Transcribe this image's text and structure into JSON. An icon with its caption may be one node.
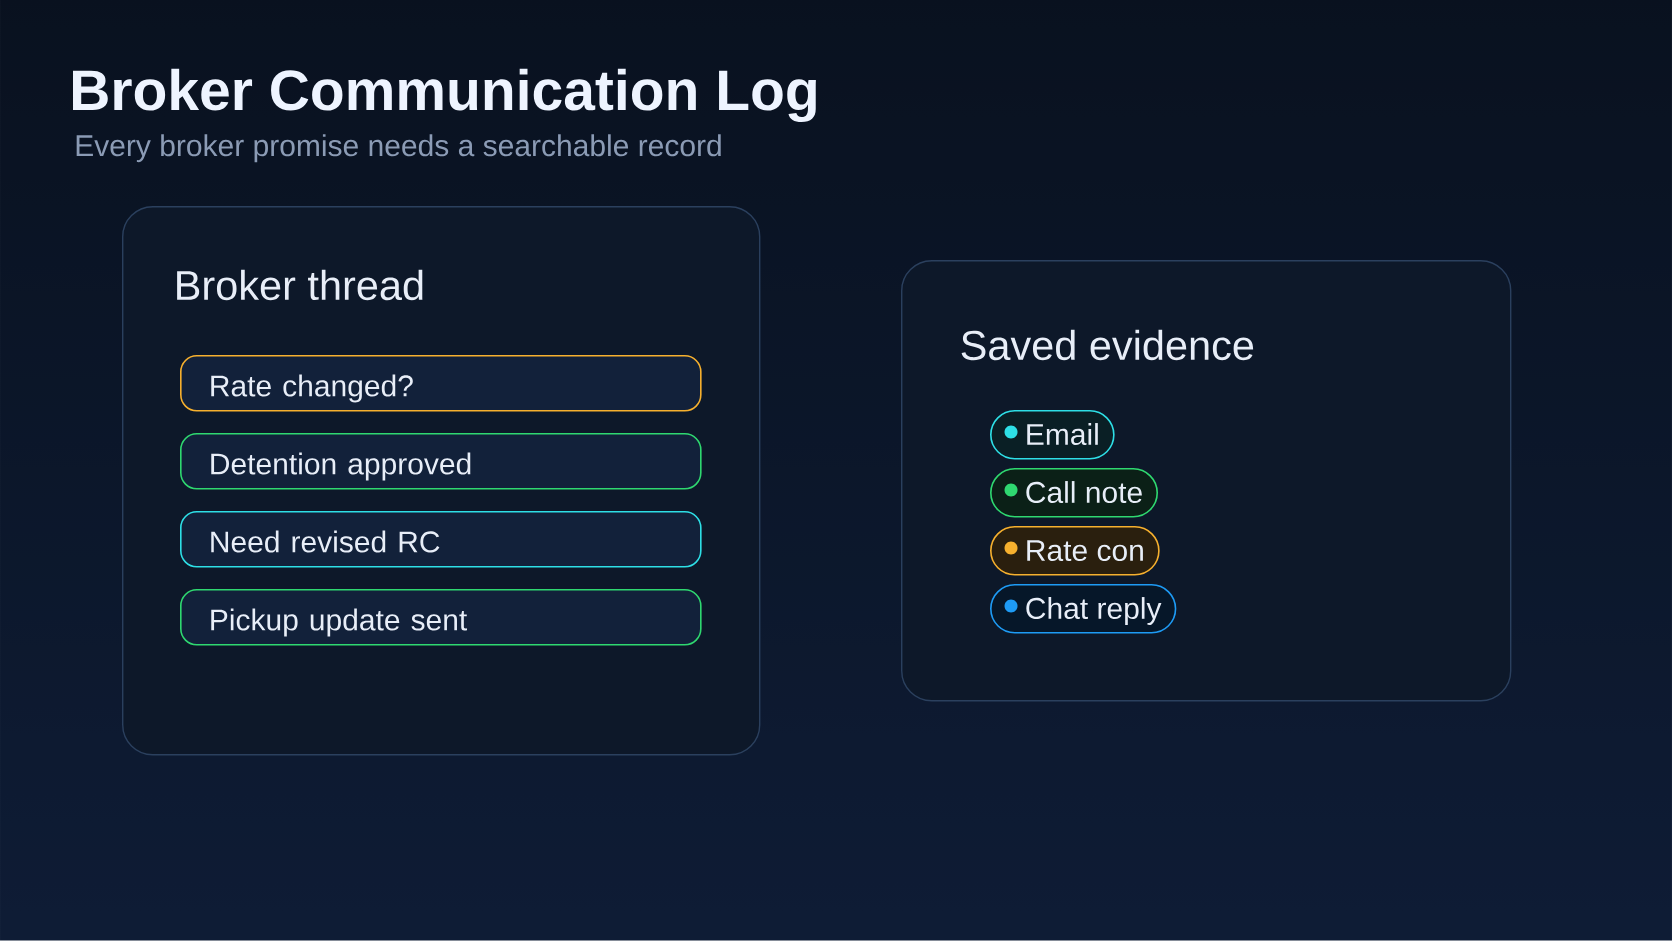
{
  "diagram": {
    "title": "Broker Communication Log",
    "nodes": [
      {
        "text": [
          "Broker thread"
        ]
      },
      {
        "text": [
          "Rate changed?"
        ],
        "in": 0
      },
      {
        "text": [
          "Detention approved"
        ],
        "in": 0
      },
      {
        "text": [
          "Need revised RC"
        ],
        "in": 0
      },
      {
        "text": [
          "Pickup update sent"
        ],
        "in": 0
      },
      {
        "text": [
          "Saved evidence"
        ]
      },
      {
        "text": [
          "Email"
        ],
        "in": 5
      },
      {
        "text": [
          "Call note"
        ],
        "in": 5
      },
      {
        "text": [
          "Rate con"
        ],
        "in": 5
      },
      {
        "text": [
          "Chat reply"
        ],
        "in": 5
      }
    ],
    "labels": [
      "Every broker promise needs a searchable record"
    ]
  }
}
